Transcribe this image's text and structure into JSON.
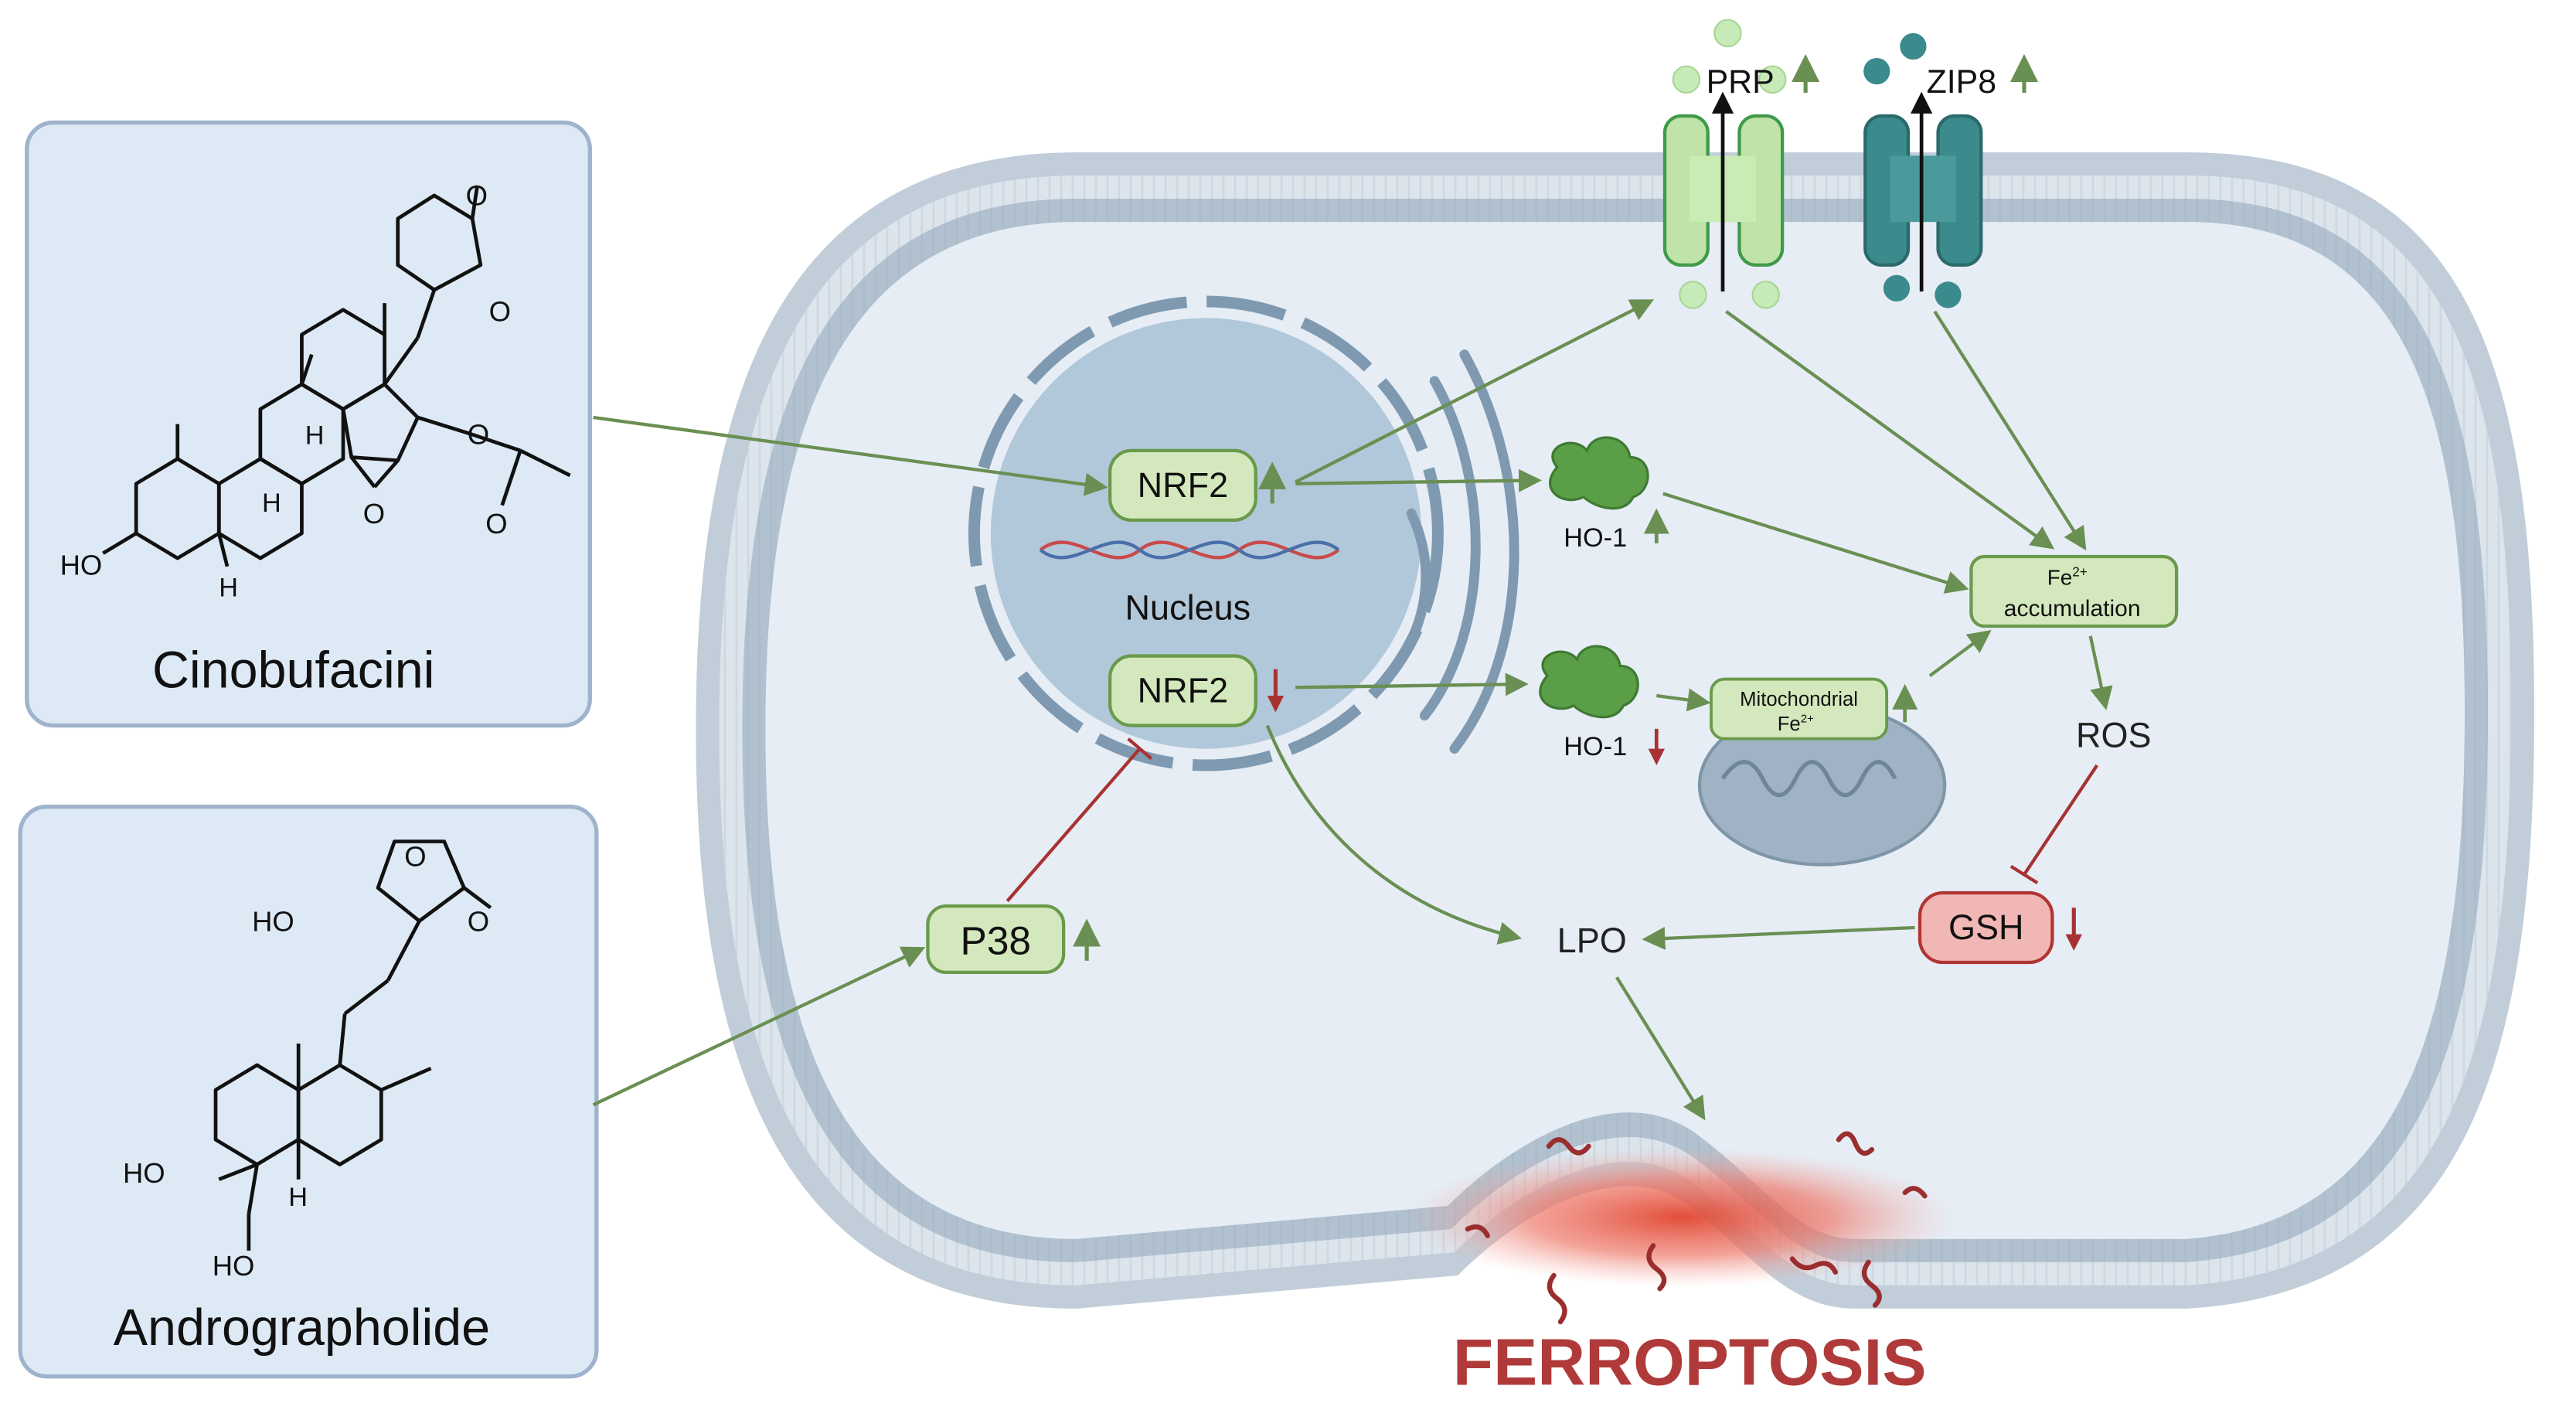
{
  "compounds": [
    {
      "name": "Cinobufacini",
      "labels": {
        "ho": "HO",
        "h1": "H",
        "h2": "H",
        "h3": "H",
        "o1": "O",
        "o2": "O",
        "o3": "O",
        "o4": "O",
        "o5": "O"
      }
    },
    {
      "name": "Andrographolide",
      "labels": {
        "ho1": "HO",
        "ho2": "HO",
        "ho3": "HO",
        "h1": "H",
        "o1": "O",
        "o2": "O"
      }
    }
  ],
  "cell": {
    "nucleus_label": "Nucleus",
    "nrf2_up": "NRF2",
    "nrf2_down": "NRF2",
    "p38": "P38",
    "ho1_up": "HO-1",
    "ho1_down": "HO-1",
    "mito_line1": "Mitochondrial",
    "mito_line2": "Fe",
    "mito_sup": "2+",
    "fe_line1": "Fe",
    "fe_sup": "2+",
    "fe_line2": "accumulation",
    "ros": "ROS",
    "gsh": "GSH",
    "lpo": "LPO",
    "prp": "PRP",
    "zip8": "ZIP8",
    "ferroptosis": "FERROPTOSIS"
  },
  "colors": {
    "panel_fill": "#dde9f5",
    "panel_stroke": "#9fb4cc",
    "cell_fill": "#e6edf5",
    "membrane_bead": "#8ea4b8",
    "nucleus": "#9fbbd0",
    "green_box": "#d4e8bd",
    "green_box_stroke": "#6a9a4c",
    "arrow_green": "#6a8f52",
    "arrow_red": "#a83232",
    "gsh_fill": "#f0b7b4",
    "gsh_stroke": "#b03535",
    "ferroptosis_text": "#b03a3a"
  }
}
